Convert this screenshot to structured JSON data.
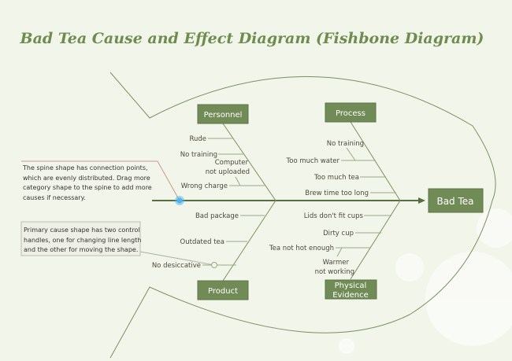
{
  "title": "Bad Tea Cause and Effect Diagram (Fishbone Diagram)",
  "effect": "Bad Tea",
  "categories": {
    "personnel": {
      "label": "Personnel",
      "causes": [
        "Rude",
        "No training",
        "Computer",
        "not uploaded",
        "Wrong charge"
      ]
    },
    "process": {
      "label": "Process",
      "causes": [
        "No training",
        "Too much water",
        "Too much tea",
        "Brew time too long"
      ]
    },
    "product": {
      "label": "Product",
      "causes": [
        "Bad package",
        "Outdated tea",
        "No desiccative"
      ]
    },
    "physical": {
      "label_line1": "Physical",
      "label_line2": "Evidence",
      "causes": [
        "Lids don't fit cups",
        "Dirty cup",
        "Tea not hot enough",
        "Warmer",
        "not working"
      ]
    }
  },
  "notes": {
    "spine": [
      "The spine shape has connection points,",
      "which are evenly distributed. Drag more",
      "category shape to the spine to add more",
      "causes if necessary."
    ],
    "primary": [
      "Primary cause shape has two control",
      "handles, one for changing line length",
      "and the other for moving the shape."
    ]
  },
  "colors": {
    "accent": "#718b57",
    "background": "#f2f5ea",
    "handle": "#4fb3f0"
  }
}
